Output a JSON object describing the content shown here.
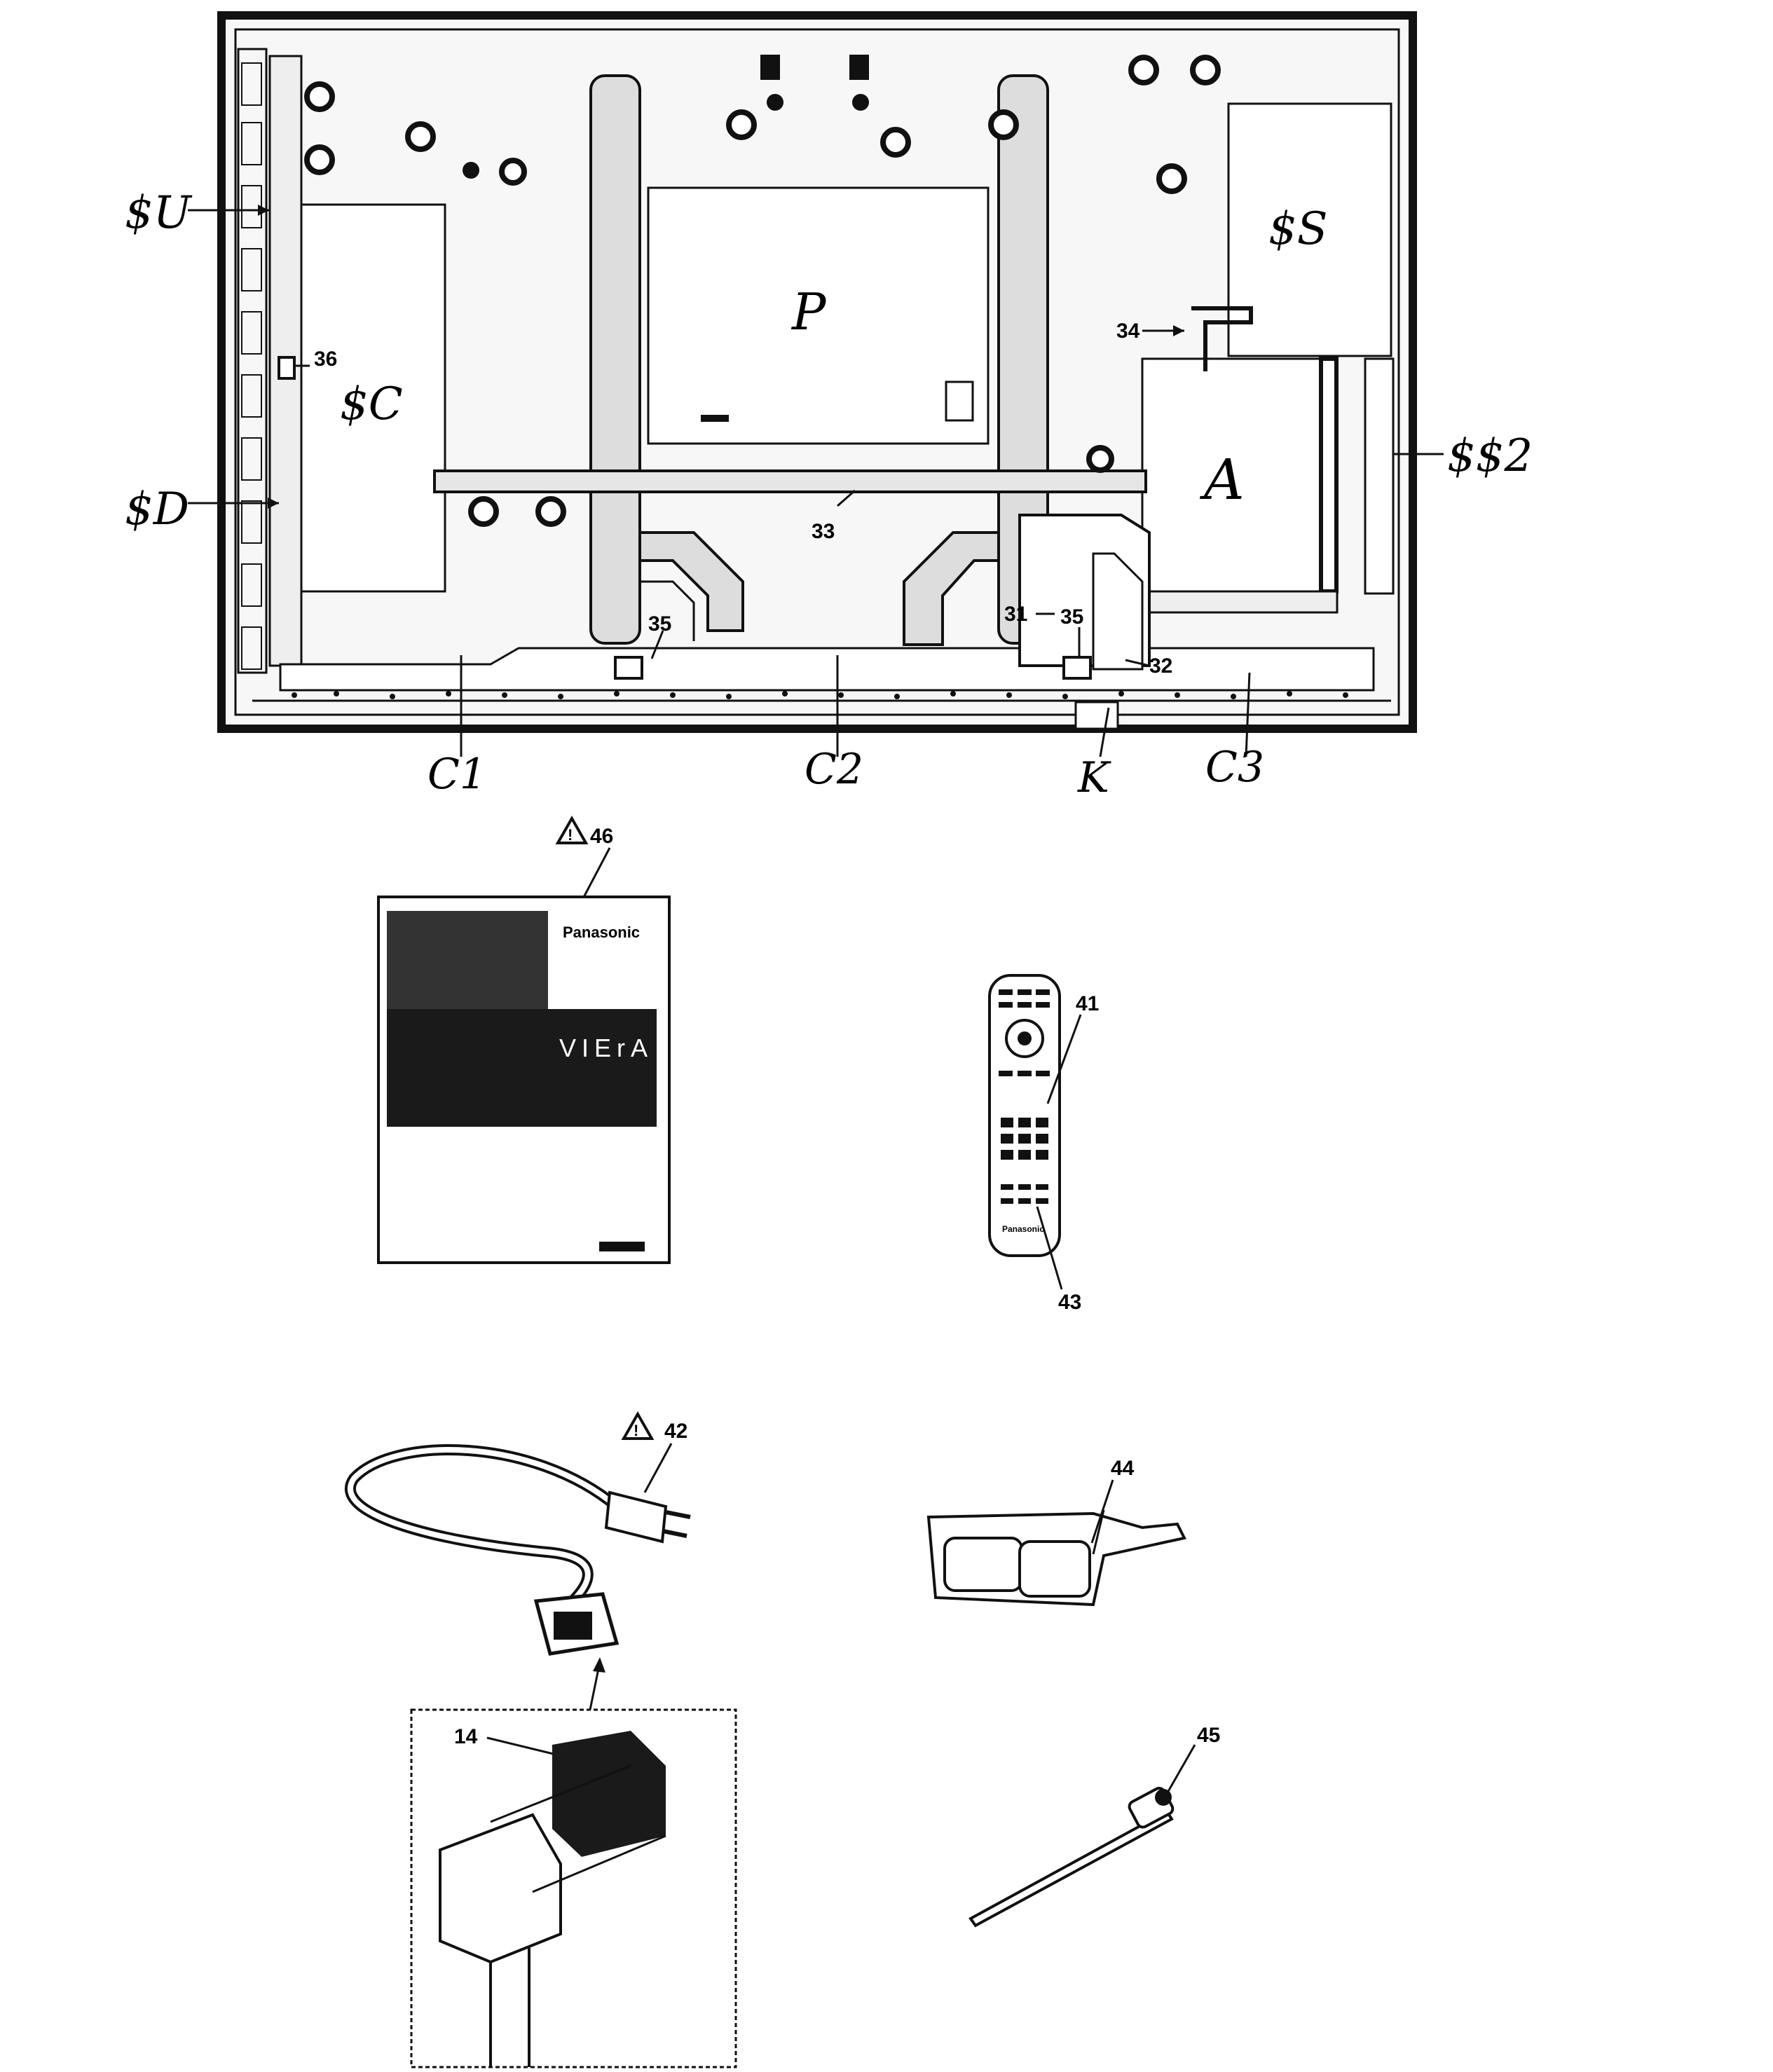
{
  "board_labels": {
    "su": "$U",
    "sc": "$C",
    "sd": "$D",
    "p": "P",
    "ss": "$S",
    "a": "A",
    "ss2": "$$2",
    "c1": "C1",
    "c2": "C2",
    "c3": "C3",
    "k": "K"
  },
  "part_numbers": {
    "p14": "14",
    "p31": "31",
    "p32": "32",
    "p33": "33",
    "p34": "34",
    "p35a": "35",
    "p35b": "35",
    "p36": "36",
    "p41": "41",
    "p42": "42",
    "p43": "43",
    "p44": "44",
    "p45": "45",
    "p46": "46"
  },
  "manual_text": {
    "brand": "Panasonic",
    "product": "VIErA"
  },
  "remote_text": {
    "brand": "Panasonic"
  },
  "icons": {
    "safety_warning": "warning-triangle-icon"
  },
  "colors": {
    "ink": "#111111",
    "paper": "#ffffff",
    "panel_fill": "#f4f4f4",
    "dark_block": "#1a1a1a"
  }
}
